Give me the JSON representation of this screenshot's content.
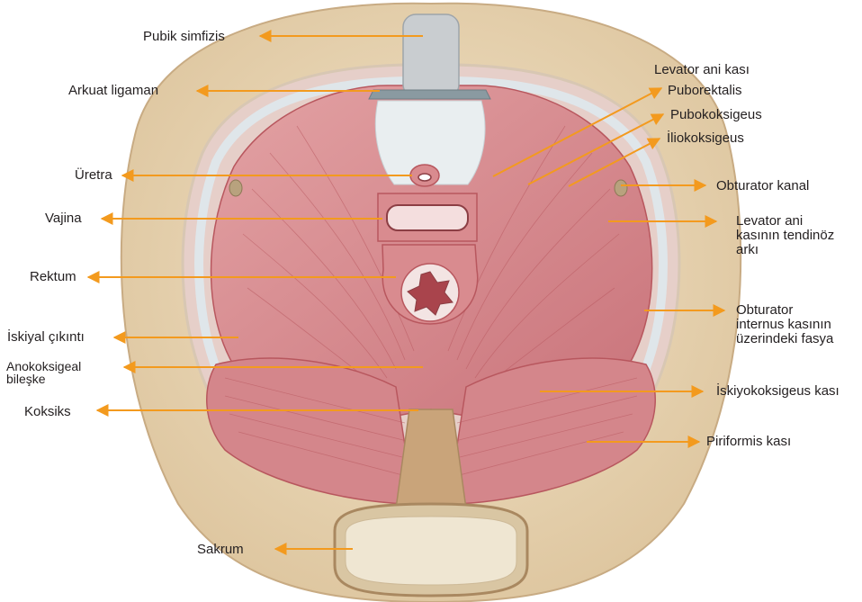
{
  "colors": {
    "arrow": "#f39a1e",
    "muscle": "#d98b8f",
    "muscle_dark": "#b8575e",
    "bone": "#ead8b8",
    "bone_edge": "#c8ab83",
    "fascia": "#dde3e6",
    "cartilage": "#c9cdd0"
  },
  "labels": {
    "pubic_symphysis": "Pubik simfizis",
    "arcuate_ligament": "Arkuat ligaman",
    "urethra": "Üretra",
    "vagina": "Vajina",
    "rectum": "Rektum",
    "ischial_spine": "İskiyal çıkıntı",
    "anococcygeal": "Anokoksigeal\nbileşke",
    "coccyx": "Koksiks",
    "sacrum": "Sakrum",
    "levator_ani": "Levator ani kası",
    "puborectalis": "Puborektalis",
    "pubococcygeus": "Pubokoksigeus",
    "iliococcygeus": "İliokoksigeus",
    "obturator_canal": "Obturator kanal",
    "tendinous_arch": "Levator ani\nkasının tendinöz\narkı",
    "obturator_fascia": "Obturator\ninternus kasının\nüzerindeki fasya",
    "ischiococcygeus": "İskiyokoksigeus kası",
    "piriformis": "Piriformis kası"
  }
}
